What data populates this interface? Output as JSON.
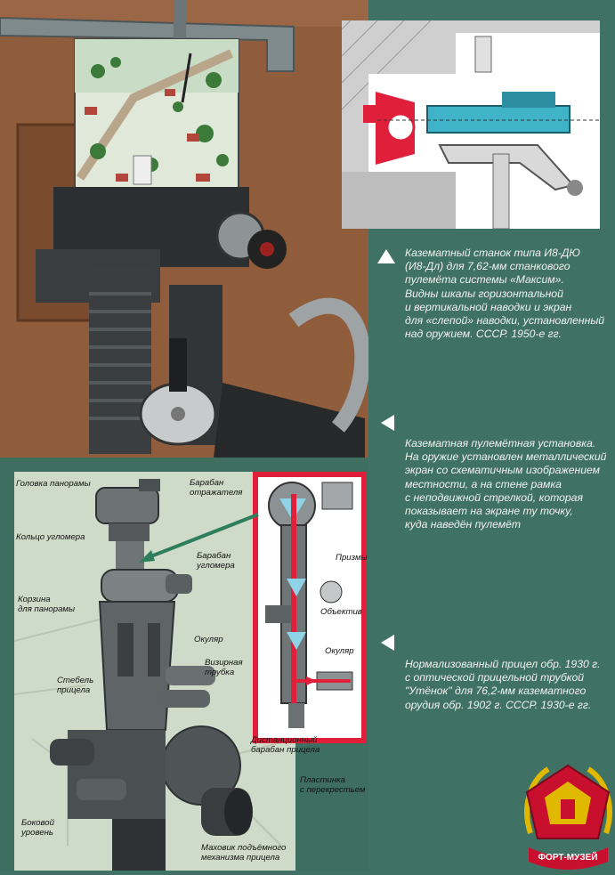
{
  "captions": {
    "c1": [
      "Казематный станок типа И8-ДЮ",
      "(И8-Дл) для 7,62-мм станкового",
      "пулемёта системы «Максим».",
      "Видны шкалы горизонтальной",
      "и вертикальной наводки и экран",
      "для «слепой» наводки, установленный",
      "над оружием. СССР. 1950-е гг."
    ],
    "c2": [
      "Казематная пулемётная установка.",
      "На оружие установлен металлический",
      "экран со схематичным изображением",
      "местности, а на стене рамка",
      "с неподвижной стрелкой, которая",
      "показывает  на экране ту точку,",
      "куда наведён пулемёт"
    ],
    "c3": [
      "Нормализованный прицел обр. 1930 г.",
      "с оптической прицельной трубкой",
      "\"Утёнок\" для 76,2-мм казематного",
      "орудия обр. 1902 г. СССР. 1930-е гг."
    ]
  },
  "labels": {
    "golovka": "Головка панорамы",
    "baraban_otr": [
      "Барабан",
      "отражателя"
    ],
    "kolco": "Кольцо угломера",
    "baraban_ugl": [
      "Барабан",
      "угломера"
    ],
    "korzina": [
      "Корзина",
      "для панорамы"
    ],
    "okular1": "Окуляр",
    "vizirnaya": [
      "Визирная",
      "трубка"
    ],
    "stebel": [
      "Стебель",
      "прицела"
    ],
    "prizmy": "Призмы",
    "obektiv": "Объектив",
    "okular2": "Окуляр",
    "distanc": [
      "Дистанционный",
      "барабан прицела"
    ],
    "plastinka": [
      "Пластинка",
      "с перекрестьем"
    ],
    "bokovoy": [
      "Боковой",
      "уровень"
    ],
    "mahovik": [
      "Маховик подъёмного",
      "механизма прицела"
    ]
  },
  "logo": {
    "text": "ФОРТ-МУЗЕЙ",
    "colors": {
      "red": "#c8102e",
      "gold": "#e0b800"
    }
  },
  "colors": {
    "panel": "#3f7264",
    "wall": "#8a5a3a"
  }
}
